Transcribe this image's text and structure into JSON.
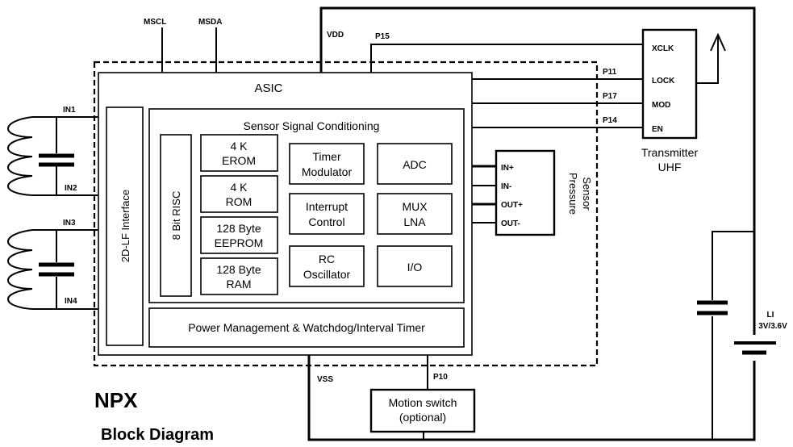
{
  "asic_title": "ASIC",
  "signal_title": "Sensor Signal Conditioning",
  "lf_interface": "2D-LF Interface",
  "risc": "8 Bit RISC",
  "blocks": {
    "erom": [
      "4 K",
      "EROM"
    ],
    "rom": [
      "4 K",
      "ROM"
    ],
    "eeprom": [
      "128 Byte",
      "EEPROM"
    ],
    "ram": [
      "128 Byte",
      "RAM"
    ],
    "timer": [
      "Timer",
      "Modulator"
    ],
    "interrupt": [
      "Interrupt",
      "Control"
    ],
    "rc": [
      "RC",
      "Oscillator"
    ],
    "adc": [
      "ADC"
    ],
    "mux": [
      "MUX",
      "LNA"
    ],
    "io": [
      "I/O"
    ]
  },
  "power": "Power Management & Watchdog/Interval Timer",
  "pins": {
    "in1": "IN1",
    "in2": "IN2",
    "in3": "IN3",
    "in4": "IN4",
    "mscl": "MSCL",
    "msda": "MSDA",
    "vdd": "VDD",
    "vss": "VSS",
    "p15": "P15",
    "p11": "P11",
    "p17": "P17",
    "p14": "P14",
    "p10": "P10"
  },
  "transmitter": {
    "pins": [
      "XCLK",
      "LOCK",
      "MOD",
      "EN"
    ],
    "label": [
      "Transmitter",
      "UHF"
    ]
  },
  "pressure": {
    "pins": [
      "IN+",
      "IN-",
      "OUT+",
      "OUT-"
    ],
    "label": [
      "Pressure",
      "Sensor"
    ]
  },
  "motion": [
    "Motion switch",
    "(optional)"
  ],
  "battery": [
    "LI",
    "3V/3.6V"
  ],
  "footer": {
    "title": "NPX",
    "subtitle": "Block Diagram"
  }
}
